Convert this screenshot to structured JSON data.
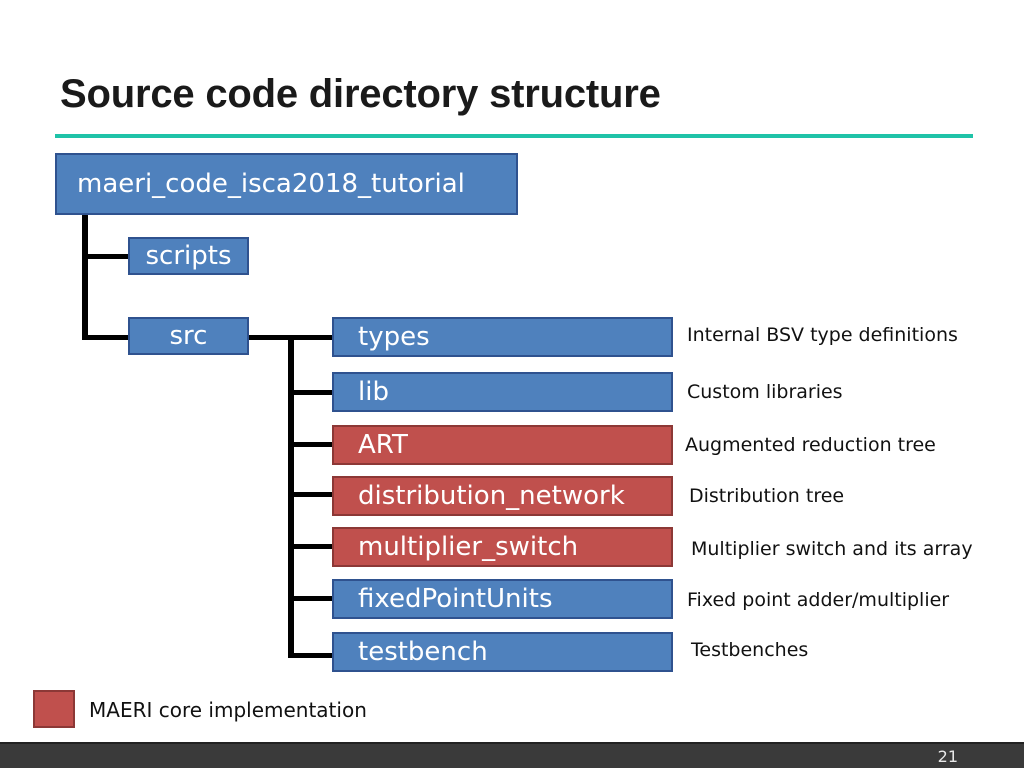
{
  "title": "Source code directory structure",
  "root": {
    "label": "maeri_code_isca2018_tutorial"
  },
  "top_level": [
    {
      "label": "scripts"
    },
    {
      "label": "src"
    }
  ],
  "src_children": [
    {
      "label": "types",
      "description": "Internal BSV type definitions",
      "core": false
    },
    {
      "label": "lib",
      "description": "Custom libraries",
      "core": false
    },
    {
      "label": "ART",
      "description": "Augmented reduction tree",
      "core": true
    },
    {
      "label": "distribution_network",
      "description": "Distribution tree",
      "core": true
    },
    {
      "label": "multiplier_switch",
      "description": "Multiplier switch and its array",
      "core": true
    },
    {
      "label": "fixedPointUnits",
      "description": "Fixed point adder/multiplier",
      "core": false
    },
    {
      "label": "testbench",
      "description": "Testbenches",
      "core": false
    }
  ],
  "legend": {
    "label": "MAERI core implementation",
    "color": "#c0504d"
  },
  "colors": {
    "blue": "#4f81bd",
    "red": "#c0504d",
    "accent": "#1fc3a8"
  },
  "page_number": "21"
}
